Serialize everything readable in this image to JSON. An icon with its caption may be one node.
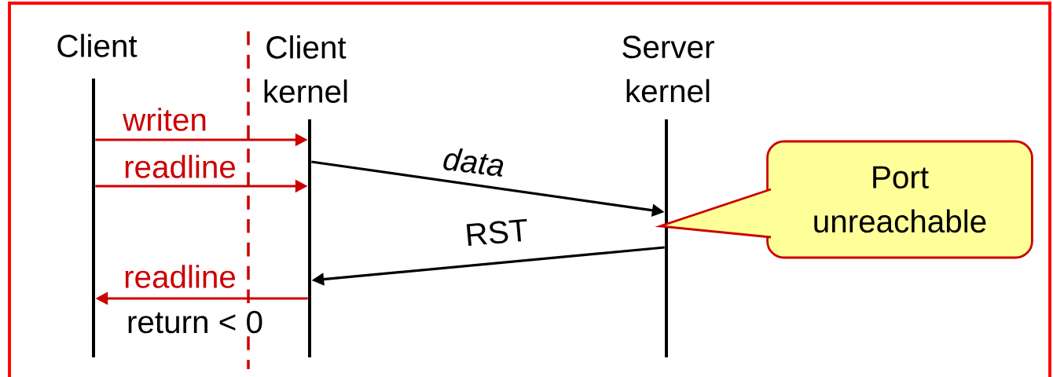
{
  "diagram": {
    "nodes": [
      {
        "text": [
          "Client"
        ]
      },
      {
        "text": [
          "Client kernel"
        ]
      },
      {
        "text": [
          "Server kernel"
        ]
      },
      {
        "text": [],
        "shape": "bar"
      },
      {
        "text": [],
        "shape": "bar"
      },
      {
        "text": [],
        "shape": "bar"
      },
      {
        "text": [
          "Port unreachable"
        ]
      }
    ],
    "edges": [
      {
        "from": 3,
        "to": 4,
        "arrow": "to",
        "label": "writen",
        "color": "#cc0000"
      },
      {
        "from": 3,
        "to": 4,
        "arrow": "to",
        "label": "readline",
        "color": "#cc0000"
      },
      {
        "from": 4,
        "to": 5,
        "arrow": "to",
        "label": "data",
        "color": "#000000"
      },
      {
        "from": 5,
        "to": 4,
        "arrow": "to",
        "label": "RST",
        "color": "#000000"
      },
      {
        "from": 4,
        "to": 3,
        "arrow": "to",
        "label": "readline",
        "color": "#cc0000"
      }
    ],
    "labels": [
      "return < 0"
    ]
  }
}
